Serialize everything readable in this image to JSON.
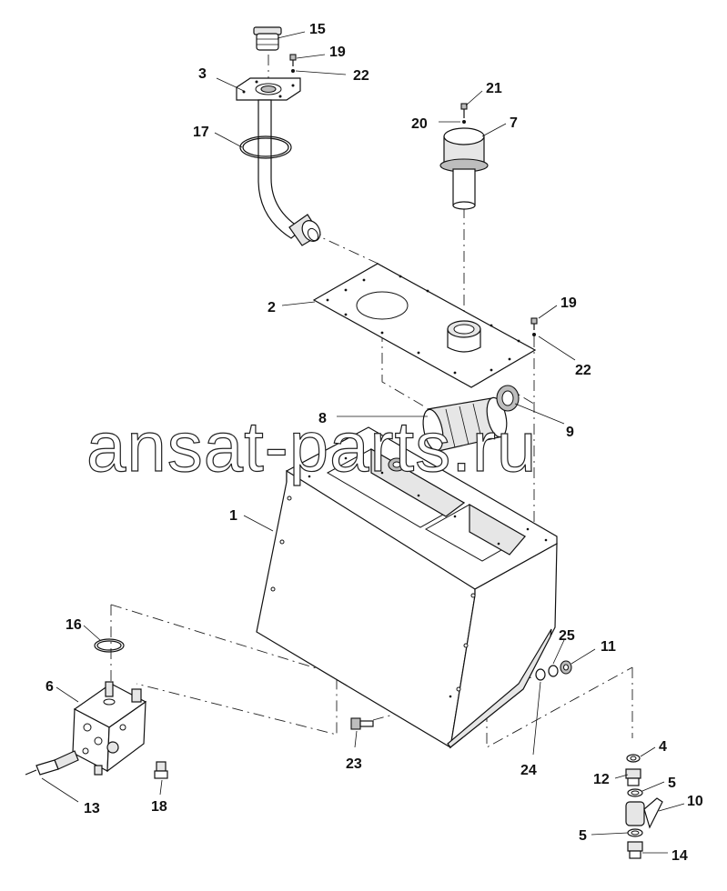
{
  "watermark": "ansat-parts.ru",
  "callouts": {
    "c1": "1",
    "c2": "2",
    "c3": "3",
    "c4": "4",
    "c5a": "5",
    "c5b": "5",
    "c6": "6",
    "c7": "7",
    "c8": "8",
    "c9": "9",
    "c10": "10",
    "c11": "11",
    "c12": "12",
    "c13": "13",
    "c14": "14",
    "c15": "15",
    "c16": "16",
    "c17": "17",
    "c18": "18",
    "c19a": "19",
    "c19b": "19",
    "c20": "20",
    "c21": "21",
    "c22a": "22",
    "c22b": "22",
    "c23": "23",
    "c24": "24",
    "c25": "25"
  }
}
